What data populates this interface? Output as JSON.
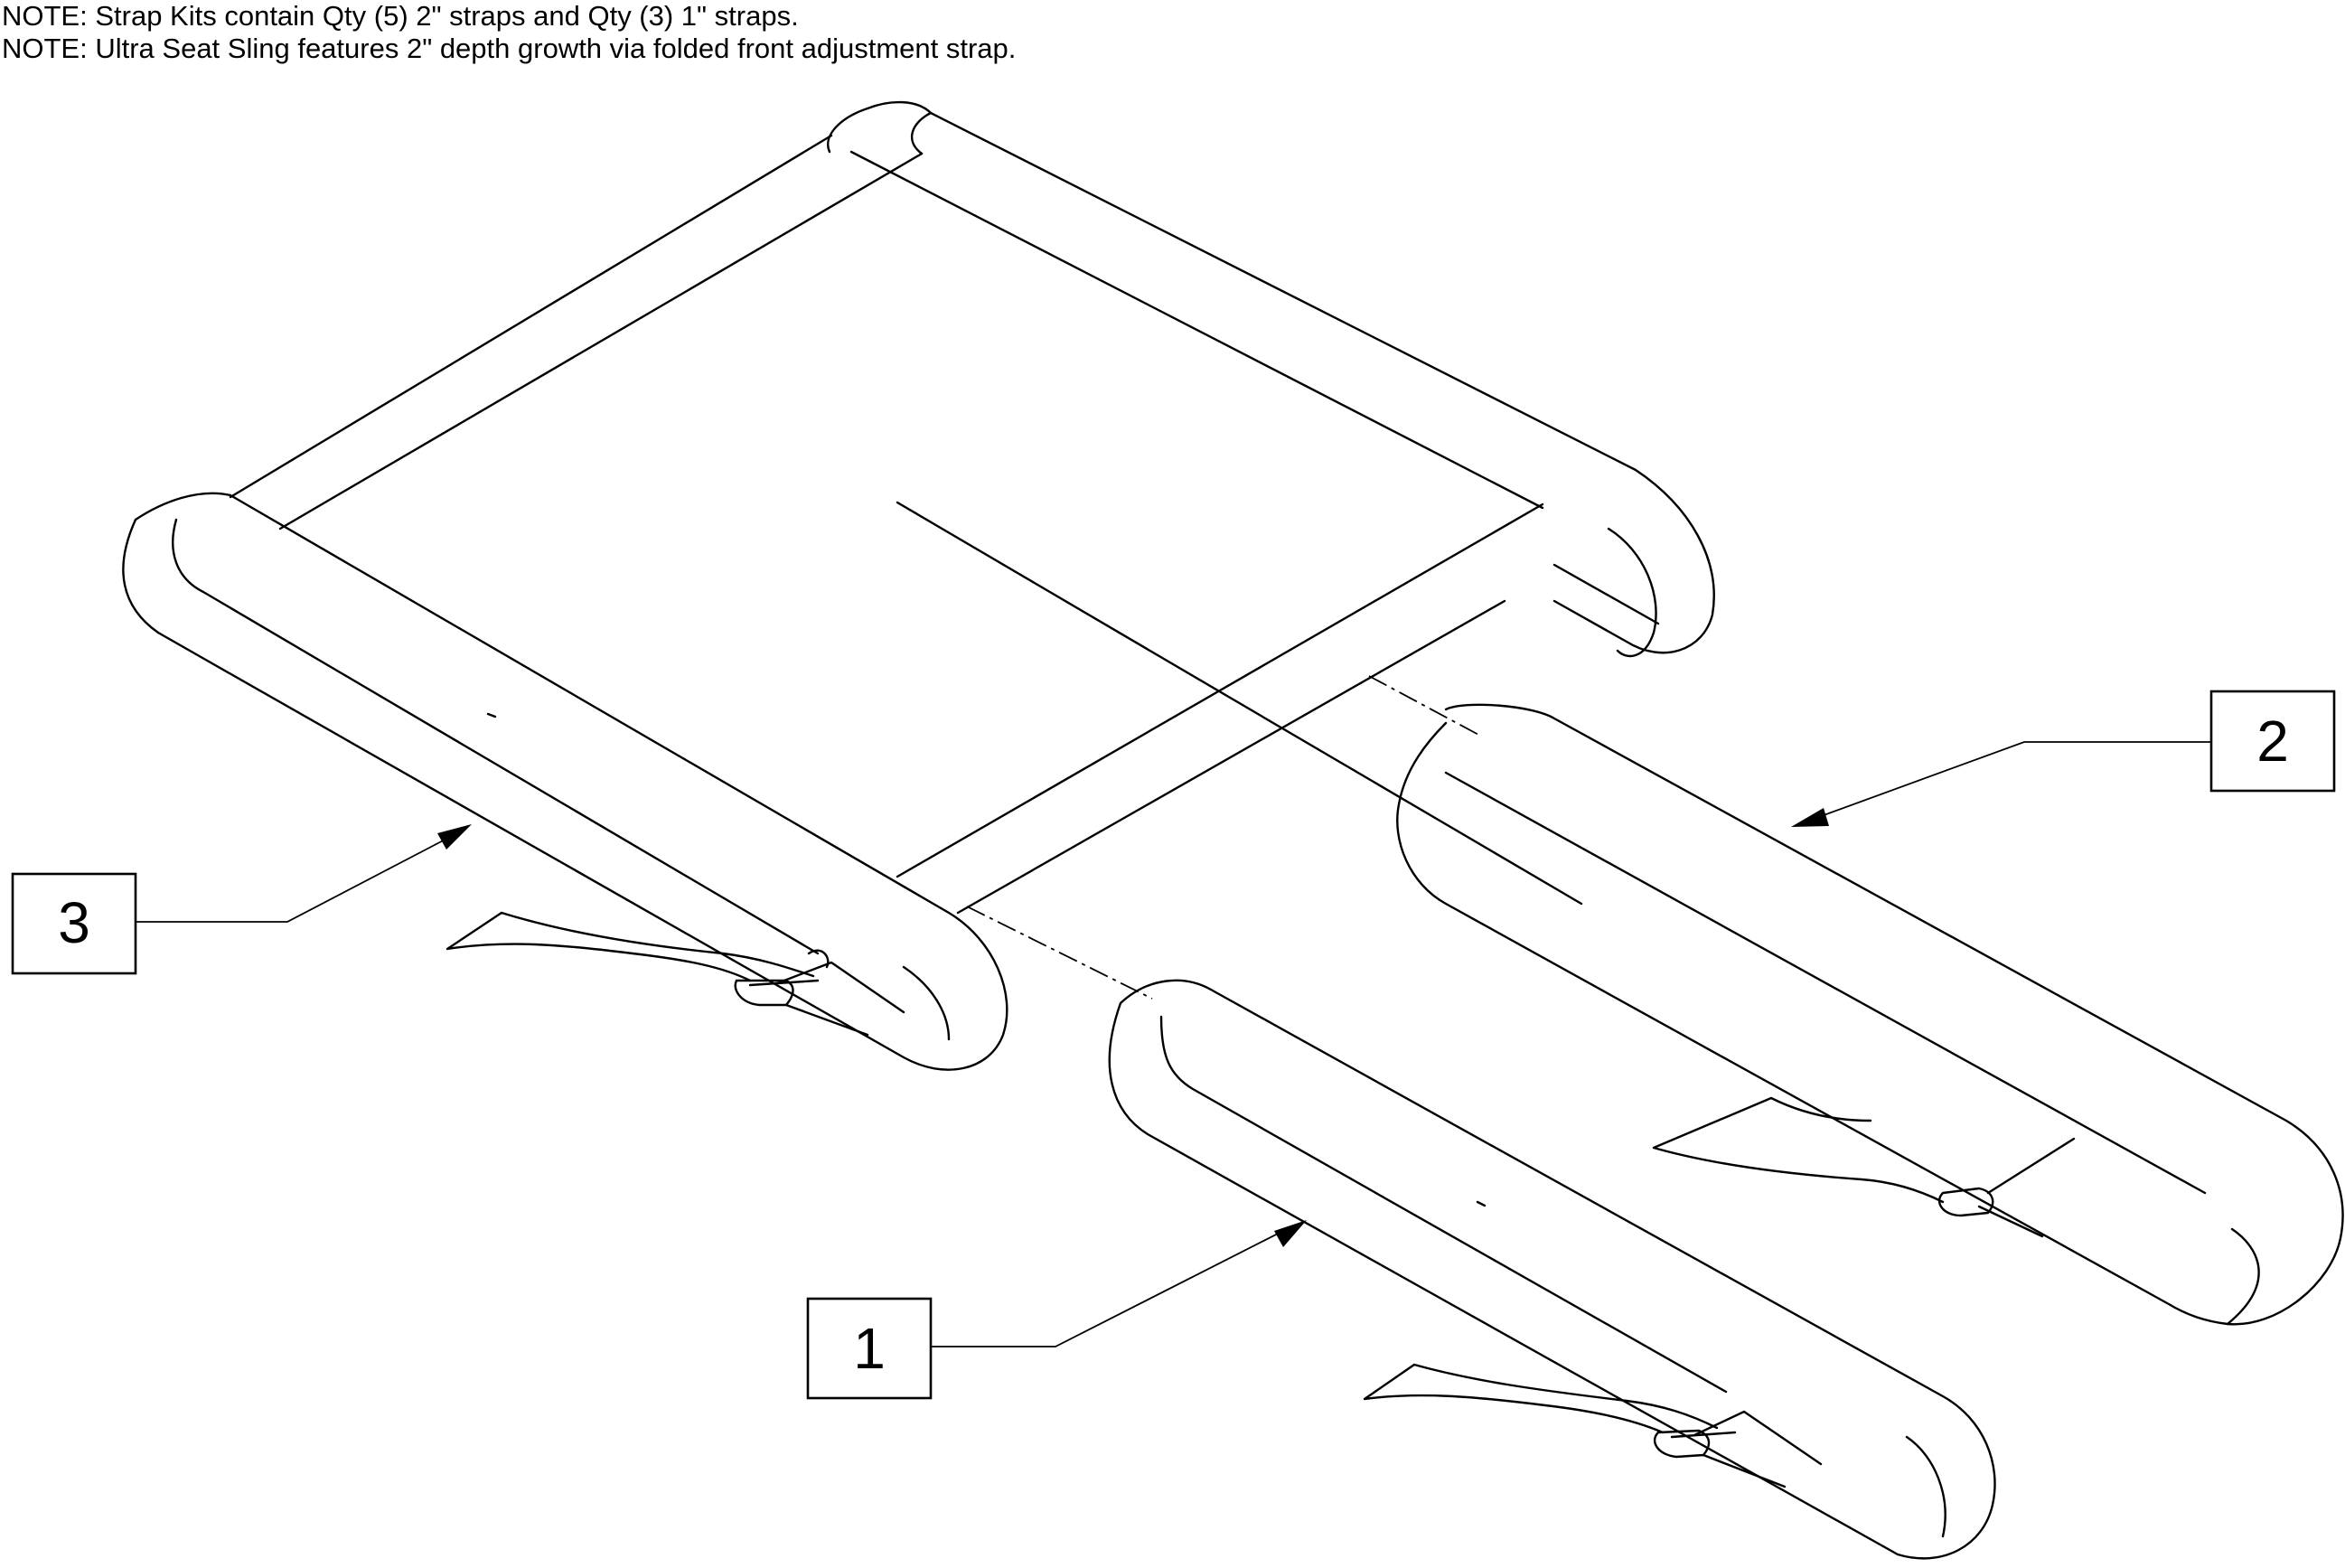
{
  "notes": [
    "NOTE: Strap Kits contain Qty (5) 2\" straps and Qty (3) 1\" straps.",
    "NOTE: Ultra Seat Sling features 2\" depth growth via folded front adjustment strap."
  ],
  "callouts": [
    {
      "id": "1",
      "label": "1"
    },
    {
      "id": "2",
      "label": "2"
    },
    {
      "id": "3",
      "label": "3"
    }
  ]
}
